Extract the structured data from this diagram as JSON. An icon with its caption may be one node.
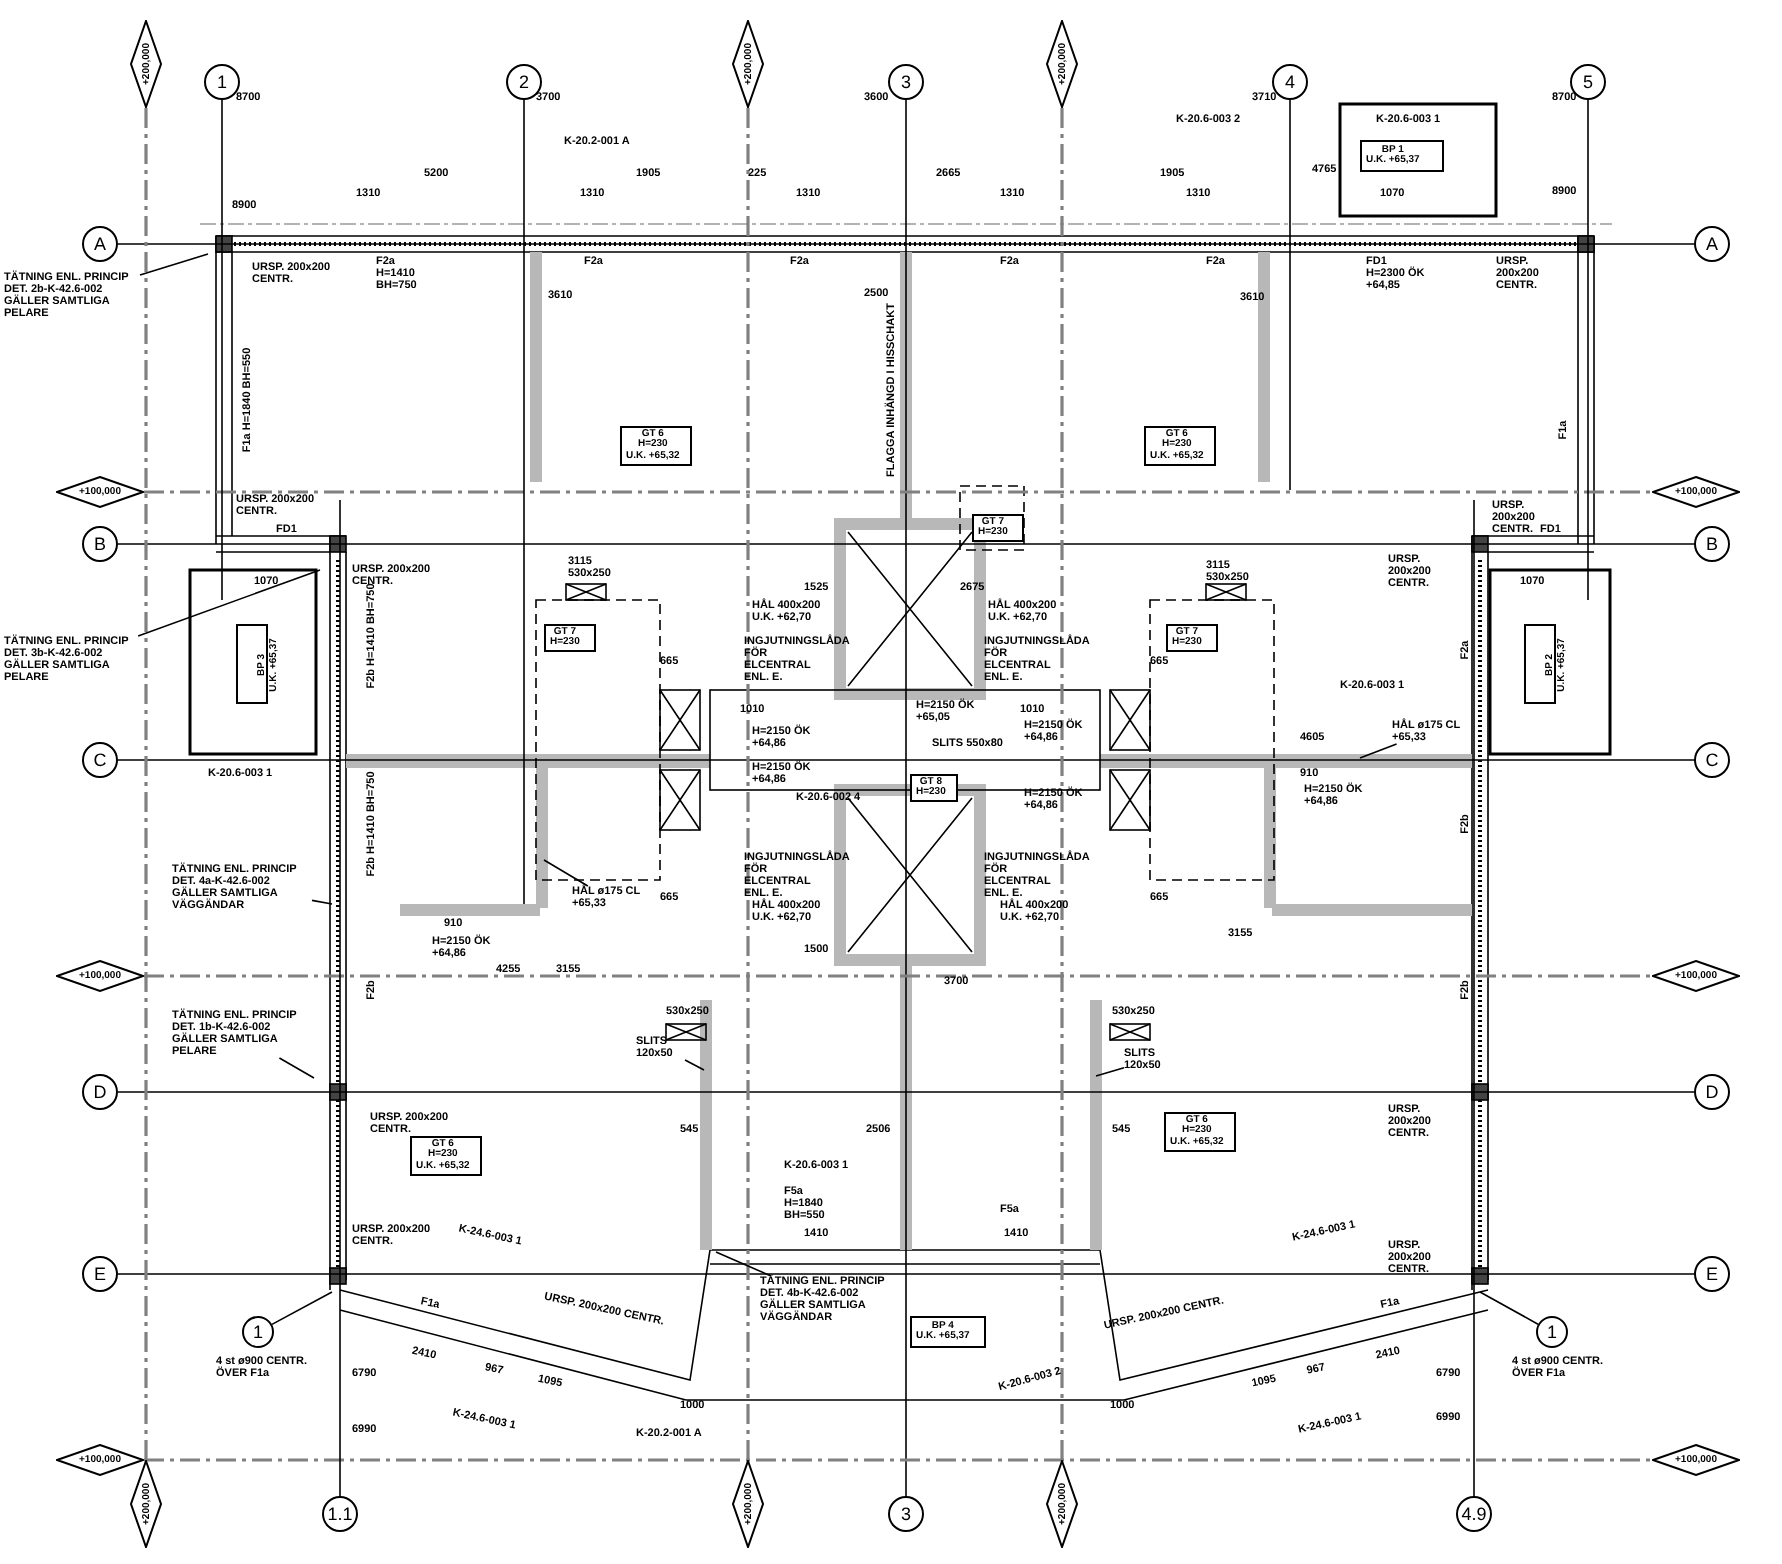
{
  "diagram": {
    "nodes": [
      {
        "text": [
          "1"
        ]
      },
      {
        "text": [
          "2"
        ]
      },
      {
        "text": [
          "3"
        ]
      },
      {
        "text": [
          "4"
        ]
      },
      {
        "text": [
          "5"
        ]
      },
      {
        "text": [
          "+200,000"
        ]
      },
      {
        "text": [
          "+200,000"
        ]
      },
      {
        "text": [
          "+200,000"
        ]
      },
      {
        "text": [
          "BP 1",
          "U.K. +65,37"
        ]
      },
      {
        "text": [
          "A"
        ]
      },
      {
        "text": [
          "A"
        ]
      },
      {
        "text": [
          "TÄTNING ENL. PRINCIP DET. 2b-K-42.6-002 GÄLLER SAMTLIGA PELARE"
        ]
      },
      {
        "text": [
          "GT 6",
          "H=230",
          "U.K. +65,32"
        ]
      },
      {
        "text": [
          "GT 6",
          "H=230",
          "U.K. +65,32"
        ]
      },
      {
        "text": [
          "+100,000"
        ]
      },
      {
        "text": [
          "+100,000"
        ]
      },
      {
        "text": [
          "GT 7",
          "H=230"
        ]
      },
      {
        "text": [
          "B"
        ]
      },
      {
        "text": [
          "B"
        ]
      },
      {
        "text": [
          "GT 7",
          "H=230"
        ]
      },
      {
        "text": [
          "GT 7",
          "H=230"
        ]
      },
      {
        "text": [
          "TÄTNING ENL. PRINCIP DET. 3b-K-42.6-002 GÄLLER SAMTLIGA PELARE"
        ]
      },
      {
        "text": [
          "BP 3",
          "U.K. +65,37"
        ]
      },
      {
        "text": [
          "BP 2",
          "U.K. +65,37"
        ]
      },
      {
        "text": [
          "C"
        ]
      },
      {
        "text": [
          "C"
        ]
      },
      {
        "text": [
          "GT 8",
          "H=230"
        ]
      },
      {
        "text": [
          "HÅL ø175 CL +65,33"
        ]
      },
      {
        "text": [
          "HÅL ø175 CL +65,33"
        ]
      },
      {
        "text": [
          "TÄTNING ENL. PRINCIP DET. 4a-K-42.6-002 GÄLLER SAMTLIGA VÄGGÄNDAR"
        ]
      },
      {
        "text": [
          "+100,000"
        ]
      },
      {
        "text": [
          "+100,000"
        ]
      },
      {
        "text": [
          "SLITS 120x50"
        ]
      },
      {
        "text": [
          "SLITS 120x50"
        ]
      },
      {
        "text": [
          "TÄTNING ENL. PRINCIP DET. 1b-K-42.6-002 GÄLLER SAMTLIGA PELARE"
        ]
      },
      {
        "text": [
          "D"
        ]
      },
      {
        "text": [
          "D"
        ]
      },
      {
        "text": [
          "GT 6",
          "H=230",
          "U.K. +65,32"
        ]
      },
      {
        "text": [
          "GT 6",
          "H=230",
          "U.K. +65,32"
        ]
      },
      {
        "text": [
          "E"
        ]
      },
      {
        "text": [
          "E"
        ]
      },
      {
        "text": [
          "TÄTNING ENL. PRINCIP DET. 4b-K-42.6-002 GÄLLER SAMTLIGA VÄGGÄNDAR"
        ]
      },
      {
        "text": [
          "BP 4",
          "U.K. +65,37"
        ]
      },
      {
        "text": [
          "1"
        ],
        "beside": [
          "4 st ø900 CENTR. ÖVER F1a"
        ]
      },
      {
        "text": [
          "1"
        ],
        "beside": [
          "4 st ø900 CENTR. ÖVER F1a"
        ]
      },
      {
        "text": [
          "+100,000"
        ]
      },
      {
        "text": [
          "+100,000"
        ]
      },
      {
        "text": [
          "+200,000"
        ]
      },
      {
        "text": [
          "+200,000"
        ]
      },
      {
        "text": [
          "+200,000"
        ]
      },
      {
        "text": [
          "1.1"
        ]
      },
      {
        "text": [
          "3"
        ]
      },
      {
        "text": [
          "4.9"
        ]
      }
    ],
    "edges": [
      {
        "from": 9,
        "to": 10,
        "arrow": "none"
      },
      {
        "from": 17,
        "to": 18,
        "arrow": "none"
      },
      {
        "from": 24,
        "to": 25,
        "arrow": "none"
      },
      {
        "from": 35,
        "to": 36,
        "arrow": "none"
      },
      {
        "from": 39,
        "to": 40,
        "arrow": "none"
      },
      {
        "from": 2,
        "to": 51,
        "arrow": "none"
      },
      {
        "from": 14,
        "to": 15,
        "arrow": "none",
        "style": "dashed",
        "color": "#808080"
      },
      {
        "from": 30,
        "to": 31,
        "arrow": "none",
        "style": "dashed",
        "color": "#808080"
      },
      {
        "from": 45,
        "to": 46,
        "arrow": "none",
        "style": "dashed",
        "color": "#808080"
      },
      {
        "from": 5,
        "to": 47,
        "arrow": "none",
        "style": "dashed",
        "color": "#808080"
      },
      {
        "from": 6,
        "to": 48,
        "arrow": "none",
        "style": "dashed",
        "color": "#808080"
      },
      {
        "from": 7,
        "to": 49,
        "arrow": "none",
        "style": "dashed",
        "color": "#808080"
      },
      {
        "from": 0,
        "to": null,
        "arrow": "none"
      },
      {
        "from": 1,
        "to": null,
        "arrow": "none"
      },
      {
        "from": 3,
        "to": null,
        "arrow": "none"
      },
      {
        "from": 4,
        "to": null,
        "arrow": "none"
      },
      {
        "from": 50,
        "to": null,
        "arrow": "none"
      },
      {
        "from": 52,
        "to": null,
        "arrow": "none"
      },
      {
        "from": 11,
        "to": null,
        "arrow": "none"
      },
      {
        "from": 21,
        "to": null,
        "arrow": "none"
      },
      {
        "from": 29,
        "to": null,
        "arrow": "none"
      },
      {
        "from": 34,
        "to": null,
        "arrow": "none"
      },
      {
        "from": 41,
        "to": null,
        "arrow": "none"
      },
      {
        "from": 43,
        "to": null,
        "arrow": "none"
      },
      {
        "from": 44,
        "to": null,
        "arrow": "none"
      },
      {
        "from": 27,
        "to": null,
        "arrow": "none"
      },
      {
        "from": 28,
        "to": null,
        "arrow": "none"
      },
      {
        "from": 32,
        "to": null,
        "arrow": "none"
      },
      {
        "from": 33,
        "to": null,
        "arrow": "none"
      }
    ],
    "labels": [
      "8700",
      "3700",
      "3600",
      "3710",
      "8700",
      "K-20.6-003 2",
      "K-20.6-003 1",
      "K-20.2-001 A",
      "5200",
      "1905",
      "225",
      "2665",
      "1905",
      "4765",
      "1310",
      "1310",
      "1310",
      "1310",
      "1310",
      "1070",
      "8900",
      "8900",
      "F2a H=1410 BH=750",
      "URSP. 200x200 CENTR.",
      "F2a",
      "F2a",
      "F2a",
      "F2a",
      "FD1 H=2300 ÖK +64,85",
      "URSP. 200x200 CENTR.",
      "2500",
      "FLAGGA INHÄNGD I HISSCHAKT",
      "3610",
      "3610",
      "F1a H=1840 BH=550",
      "F1a",
      "URSP. 200x200 CENTR.",
      "URSP. 200x200 CENTR.",
      "FD1",
      "FD1",
      "URSP. 200x200 CENTR.",
      "URSP. 200x200 CENTR.",
      "1070",
      "1070",
      "3115 530x250",
      "3115 530x250",
      "1525",
      "2675",
      "HÅL 400x200 U.K. +62,70",
      "HÅL 400x200 U.K. +62,70",
      "F2b H=1410 BH=750",
      "F2a",
      "INGJUTNINGSLÅDA FÖR ELCENTRAL ENL. E.",
      "INGJUTNINGSLÅDA FÖR ELCENTRAL ENL. E.",
      "665",
      "665",
      "1010",
      "H=2150 ÖK +65,05",
      "1010",
      "H=2150 ÖK +64,86",
      "H=2150 ÖK +64,86",
      "K-20.6-003 1",
      "4605",
      "SLITS 550x80",
      "K-20.6-003 1",
      "910",
      "H=2150 ÖK +64,86",
      "K-20.6-002 4",
      "H=2150 ÖK +64,86",
      "H=2150 ÖK +64,86",
      "F2b H=1410 BH=750",
      "F2b",
      "INGJUTNINGSLÅDA FÖR ELCENTRAL ENL. E.",
      "INGJUTNINGSLÅDA FÖR ELCENTRAL ENL. E.",
      "665",
      "665",
      "HÅL 400x200 U.K. +62,70",
      "HÅL 400x200 U.K. +62,70",
      "910",
      "H=2150 ÖK +64,86",
      "1500",
      "4255",
      "3155",
      "3155",
      "3700",
      "F2b",
      "F2b",
      "530x250",
      "530x250",
      "URSP. 200x200 CENTR.",
      "URSP. 200x200 CENTR.",
      "545",
      "2506",
      "545",
      "K-20.6-003 1",
      "F5a H=1840 BH=550",
      "F5a",
      "URSP. 200x200 CENTR.",
      "K-24.6-003 1",
      "K-24.6-003 1",
      "URSP. 200x200 CENTR.",
      "1410",
      "1410",
      "F1a",
      "F1a",
      "URSP. 200x200 CENTR.",
      "URSP. 200x200 CENTR.",
      "2410",
      "967",
      "1095",
      "2410",
      "967",
      "1095",
      "K-20.6-003 2",
      "6790",
      "6790",
      "1000",
      "1000",
      "K-24.6-003 1",
      "K-24.6-003 1",
      "6990",
      "6990",
      "K-20.2-001 A"
    ]
  }
}
